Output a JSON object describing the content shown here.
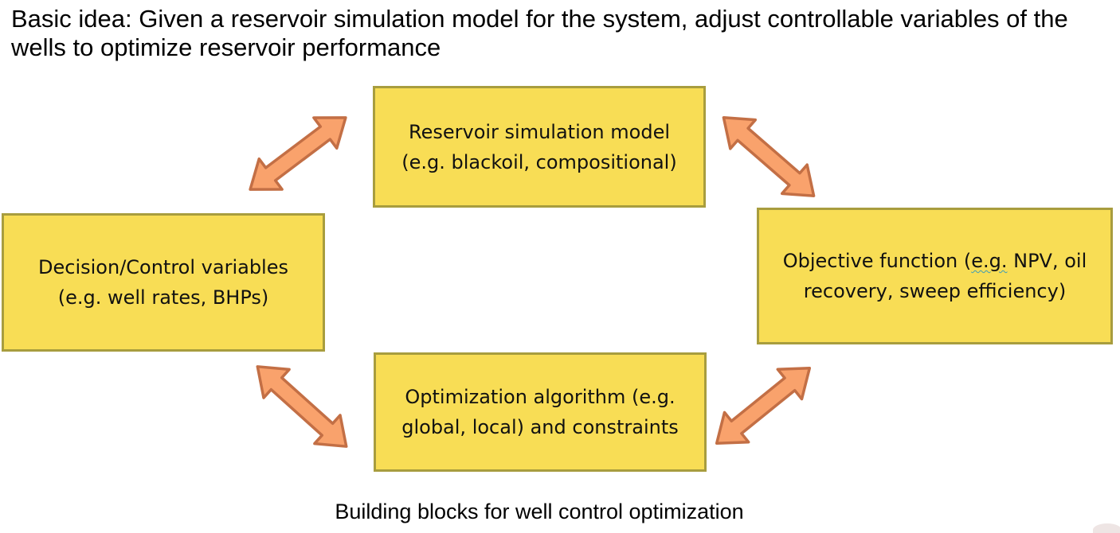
{
  "title": "Basic idea: Given a reservoir simulation model for the system, adjust controllable variables of the wells to optimize reservoir performance",
  "caption": "Building blocks for well control optimization",
  "colors": {
    "box_fill": "#F8DD55",
    "box_border": "#A89D3E",
    "arrow_fill": "#F9A26C",
    "arrow_border": "#C36F45",
    "text": "#111111",
    "squiggle": "#3D9DB5"
  },
  "boxes": {
    "top": {
      "lines": [
        "Reservoir simulation model",
        "(e.g. blackoil, compositional)"
      ]
    },
    "left": {
      "lines": [
        "Decision/Control variables",
        "(e.g. well rates, BHPs)"
      ]
    },
    "right": {
      "line1_pre": "Objective function (",
      "line1_wavy": "e.g.",
      "line1_post": " NPV, oil",
      "line2": "recovery, sweep efficiency)"
    },
    "bottom": {
      "lines": [
        "Optimization algorithm (e.g.",
        "global, local) and constraints"
      ]
    }
  },
  "arrows": [
    {
      "name": "double-arrow-top-left"
    },
    {
      "name": "double-arrow-top-right"
    },
    {
      "name": "double-arrow-bottom-left"
    },
    {
      "name": "double-arrow-bottom-right"
    }
  ]
}
